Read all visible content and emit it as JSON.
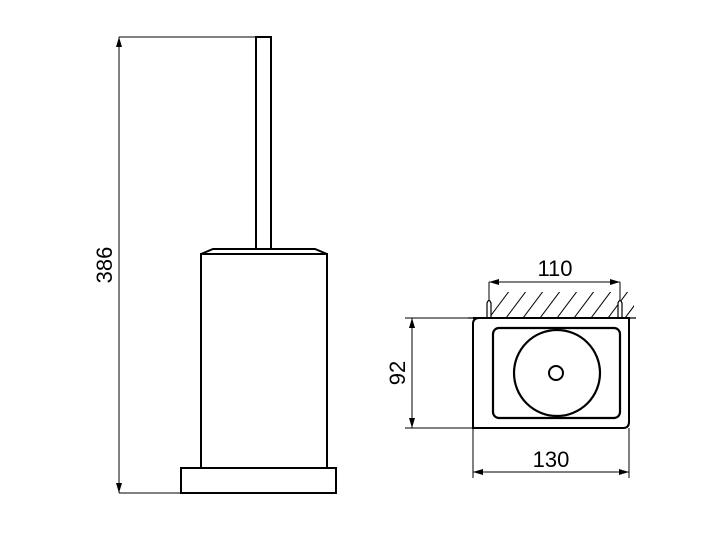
{
  "drawing": {
    "side_view": {
      "height_label": "386"
    },
    "top_view": {
      "mount_spacing_label": "110",
      "depth_label": "92",
      "width_label": "130"
    }
  },
  "colors": {
    "line": "#000000",
    "background": "#ffffff"
  }
}
